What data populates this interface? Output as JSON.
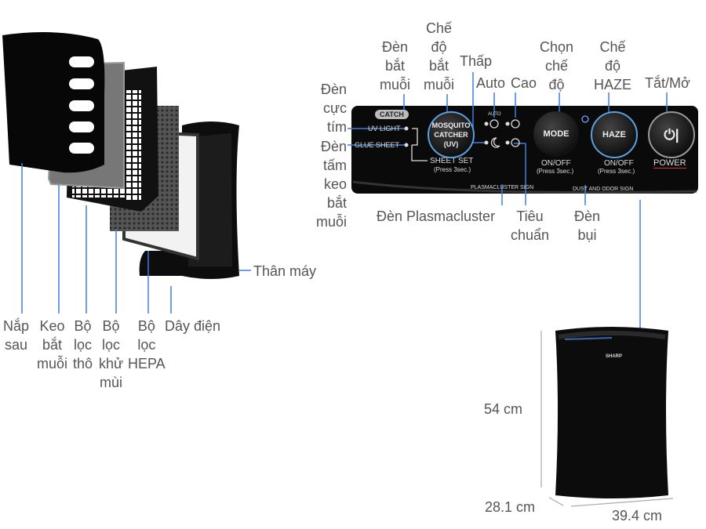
{
  "colors": {
    "callout_line": "#3d7fe0",
    "label_text": "#555555",
    "device": "#111111"
  },
  "exploded_view": {
    "labels": {
      "back_cover": [
        "Nắp",
        "sau"
      ],
      "mosquito_glue": [
        "Keo",
        "bắt",
        "muỗi"
      ],
      "pre_filter": [
        "Bộ",
        "lọc",
        "thô"
      ],
      "deodorizing_filter": [
        "Bộ",
        "lọc",
        "khử",
        "mùi"
      ],
      "hepa_filter": [
        "Bộ",
        "lọc",
        "HEPA"
      ],
      "power_cord": "Dây điện",
      "body": "Thân máy"
    }
  },
  "control_panel": {
    "labels": {
      "uv_light": [
        "Đèn",
        "cực",
        "tím"
      ],
      "glue_sheet_light": [
        "Đèn",
        "tấm",
        "keo",
        "bắt",
        "muỗi"
      ],
      "catch_light": [
        "Đèn",
        "bắt",
        "muỗi"
      ],
      "mosquito_mode": [
        "Chế",
        "độ",
        "bắt",
        "muỗi"
      ],
      "low": "Thấp",
      "auto": "Auto",
      "high": "Cao",
      "mode_select": [
        "Chọn",
        "chế",
        "độ"
      ],
      "haze_mode": [
        "Chế",
        "độ",
        "HAZE"
      ],
      "power": "Tắt/Mở",
      "plasmacluster_light": "Đèn Plasmacluster",
      "standard": [
        "Tiêu",
        "chuẩn"
      ],
      "dust_light": [
        "Đèn",
        "bụi"
      ]
    },
    "panel_text": {
      "catch": "CATCH",
      "uv_light": "UV LIGHT",
      "glue_sheet": "GLUE SHEET",
      "sheet_set": "SHEET SET",
      "press3": "(Press 3sec.)",
      "mosquito_btn": [
        "MOSQUITO",
        "CATCHER",
        "(UV)"
      ],
      "auto": "AUTO",
      "mode_btn": "MODE",
      "on_off": "ON/OFF",
      "haze_btn": "HAZE",
      "power_text": "POWER",
      "plasmacluster_sign": "PLASMACLUSTER SIGN",
      "dust_sign": "DUST AND ODOR SIGN"
    }
  },
  "dimensions": {
    "height": "54 cm",
    "depth": "28.1 cm",
    "width": "39.4 cm",
    "brand": "SHARP"
  }
}
